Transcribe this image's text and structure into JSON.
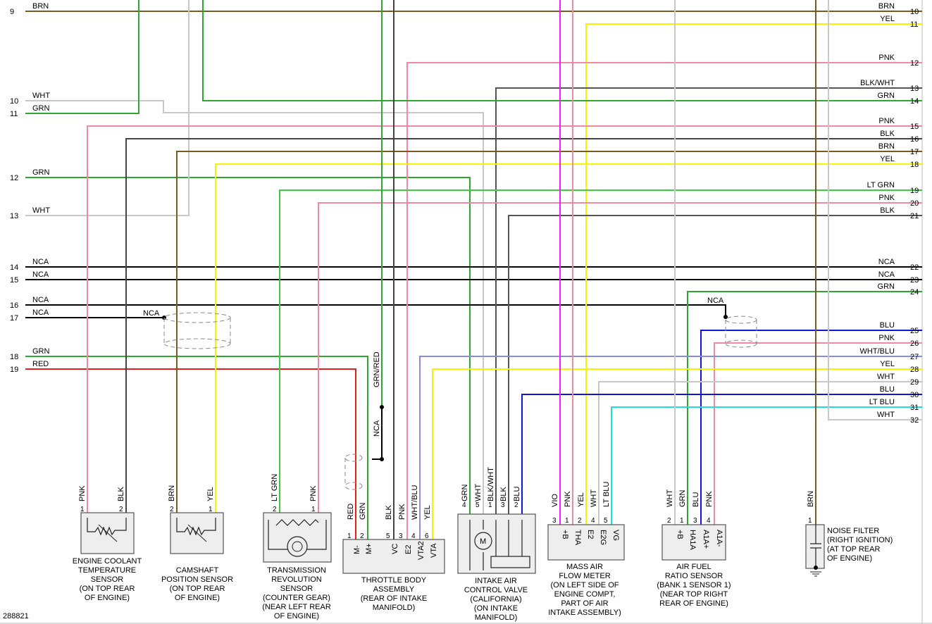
{
  "diagram_id": "288821",
  "left_pins": [
    {
      "num": "9",
      "label": "BRN"
    },
    {
      "num": "10",
      "label": "WHT"
    },
    {
      "num": "11",
      "label": "GRN"
    },
    {
      "num": "12",
      "label": "GRN"
    },
    {
      "num": "13",
      "label": "WHT"
    },
    {
      "num": "14",
      "label": "NCA"
    },
    {
      "num": "15",
      "label": "NCA"
    },
    {
      "num": "16",
      "label": "NCA"
    },
    {
      "num": "17",
      "label": "NCA"
    },
    {
      "num": "18",
      "label": "GRN"
    },
    {
      "num": "19",
      "label": "RED"
    }
  ],
  "right_pins": [
    {
      "num": "10",
      "label": "BRN"
    },
    {
      "num": "11",
      "label": "YEL"
    },
    {
      "num": "12",
      "label": "PNK"
    },
    {
      "num": "13",
      "label": "BLK/WHT"
    },
    {
      "num": "14",
      "label": "GRN"
    },
    {
      "num": "15",
      "label": "PNK"
    },
    {
      "num": "16",
      "label": "BLK"
    },
    {
      "num": "17",
      "label": "BRN"
    },
    {
      "num": "18",
      "label": "YEL"
    },
    {
      "num": "19",
      "label": "LT GRN"
    },
    {
      "num": "20",
      "label": "PNK"
    },
    {
      "num": "21",
      "label": "BLK"
    },
    {
      "num": "22",
      "label": "NCA"
    },
    {
      "num": "23",
      "label": "NCA"
    },
    {
      "num": "24",
      "label": "GRN"
    },
    {
      "num": "25",
      "label": "BLU"
    },
    {
      "num": "26",
      "label": "PNK"
    },
    {
      "num": "27",
      "label": "WHT/BLU"
    },
    {
      "num": "28",
      "label": "YEL"
    },
    {
      "num": "29",
      "label": "WHT"
    },
    {
      "num": "30",
      "label": "BLU"
    },
    {
      "num": "31",
      "label": "LT BLU"
    },
    {
      "num": "32",
      "label": "WHT"
    }
  ],
  "shield_labels": {
    "nca_left": "NCA",
    "nca_right": "NCA",
    "grn_red": "GRN/RED",
    "nca_tb": "NCA"
  },
  "components": {
    "ect": {
      "wires": [
        "PNK",
        "BLK"
      ],
      "pins": [
        "1",
        "2"
      ],
      "caption": [
        "ENGINE COOLANT",
        "TEMPERATURE",
        "SENSOR",
        "(ON TOP REAR",
        "OF ENGINE)"
      ]
    },
    "cmp": {
      "wires": [
        "BRN",
        "YEL"
      ],
      "pins": [
        "2",
        "1"
      ],
      "caption": [
        "CAMSHAFT",
        "POSITION SENSOR",
        "(ON TOP REAR",
        "OF ENGINE)"
      ]
    },
    "trs": {
      "wires": [
        "LT GRN",
        "PNK"
      ],
      "pins": [
        "2",
        "1"
      ],
      "caption": [
        "TRANSMISSION",
        "REVOLUTION",
        "SENSOR",
        "(COUNTER GEAR)",
        "(NEAR LEFT REAR",
        "OF ENGINE)"
      ]
    },
    "tb": {
      "wires": [
        "RED",
        "GRN",
        "BLK",
        "PNK",
        "WHT/BLU",
        "YEL"
      ],
      "pins": [
        "1",
        "2",
        "5",
        "3",
        "4",
        "6"
      ],
      "terms": [
        "M-",
        "M+",
        "VC",
        "E2",
        "VTA2",
        "VTA"
      ],
      "caption": [
        "THROTTLE BODY",
        "ASSEMBLY",
        "(REAR OF INTAKE",
        "MANIFOLD)"
      ]
    },
    "iac": {
      "wires": [
        "GRN",
        "WHT",
        "BLK/WHT",
        "BLK",
        "BLU"
      ],
      "pins": [
        "4",
        "5",
        "1",
        "3",
        "2"
      ],
      "motor": "M",
      "caption": [
        "INTAKE AIR",
        "CONTROL VALVE",
        "(CALIFORNIA)",
        "(ON INTAKE",
        "MANIFOLD)"
      ]
    },
    "maf": {
      "wires": [
        "VIO",
        "PNK",
        "YEL",
        "WHT",
        "LT BLU"
      ],
      "pins": [
        "3",
        "1",
        "2",
        "4",
        "5"
      ],
      "terms": [
        "+B",
        "THA",
        "E2",
        "E2G",
        "VG"
      ],
      "caption": [
        "MASS AIR",
        "FLOW METER",
        "(ON LEFT SIDE OF",
        "ENGINE COMPT,",
        "PART OF AIR",
        "INTAKE ASSEMBLY)"
      ]
    },
    "afs": {
      "wires": [
        "WHT",
        "GRN",
        "BLU",
        "PNK"
      ],
      "pins": [
        "2",
        "1",
        "3",
        "4"
      ],
      "terms": [
        "+B",
        "HA1A",
        "A1A+",
        "A1A-"
      ],
      "caption": [
        "AIR FUEL",
        "RATIO SENSOR",
        "(BANK 1 SENSOR 1)",
        "(NEAR TOP RIGHT",
        "REAR OF ENGINE)"
      ]
    },
    "nf": {
      "wires": [
        "BRN"
      ],
      "pins": [
        "1"
      ],
      "caption": [
        "NOISE FILTER",
        "(RIGHT IGNITION)",
        "(AT TOP REAR",
        "OF ENGINE)"
      ]
    }
  },
  "colors": {
    "BRN": "#7a5a1e",
    "WHT": "#c8c8c8",
    "GRN": "#2ea82e",
    "YEL": "#f5f500",
    "PNK": "#f08aa0",
    "BLK": "#444444",
    "LTGRN": "#3ccc3c",
    "NCA": "#000000",
    "RED": "#e02020",
    "VIO": "#ee22ee",
    "BLU": "#1414d8",
    "LTBLU": "#22dddd",
    "WHTBLU": "#8a8ae8",
    "BLKWHT": "#555555"
  }
}
